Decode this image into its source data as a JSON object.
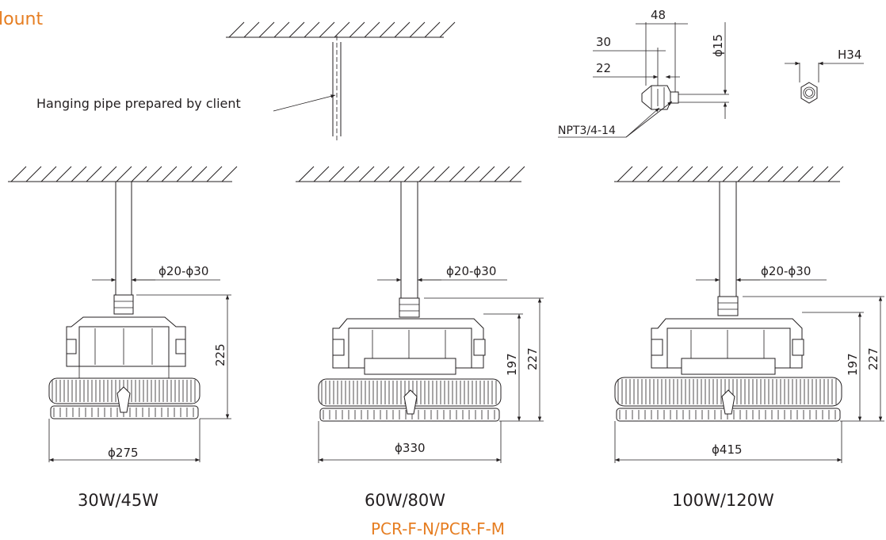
{
  "page": {
    "title_fragment": "lount",
    "accent_color": "#e67e22",
    "line_color": "#231f20"
  },
  "detail": {
    "pipe_label": "Hanging pipe prepared by client",
    "fitting_dims": [
      "48",
      "30",
      "22"
    ],
    "diameter_label": "ϕ15",
    "thread_label": "NPT3/4-14",
    "hex_label": "H34"
  },
  "lamps": [
    {
      "pipe_label": "ϕ20-ϕ30",
      "height_labels": [
        "225"
      ],
      "diameter_label": "ϕ275",
      "power_label": "30W/45W"
    },
    {
      "pipe_label": "ϕ20-ϕ30",
      "height_labels": [
        "197",
        "227"
      ],
      "diameter_label": "ϕ330",
      "power_label": "60W/80W"
    },
    {
      "pipe_label": "ϕ20-ϕ30",
      "height_labels": [
        "197",
        "227"
      ],
      "diameter_label": "ϕ415",
      "power_label": "100W/120W"
    }
  ],
  "footer": {
    "model_label": "PCR-F-N/PCR-F-M"
  }
}
